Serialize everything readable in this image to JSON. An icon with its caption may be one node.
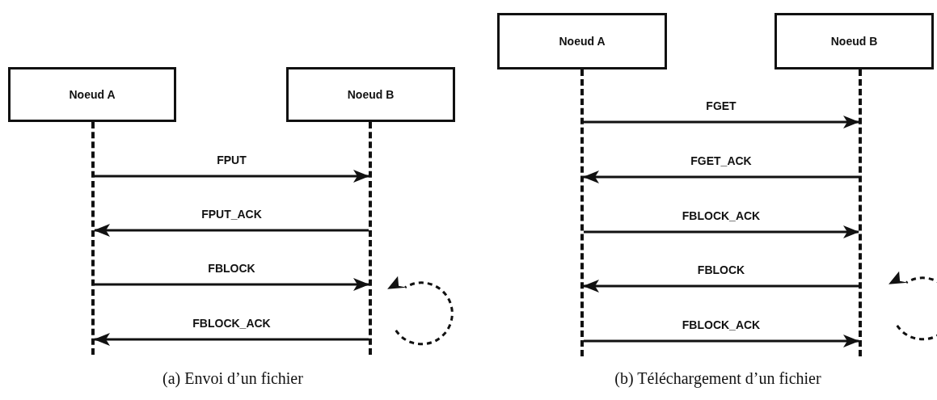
{
  "diagram": {
    "nodes": [
      {
        "text": [
          "Noeud A"
        ]
      },
      {
        "text": [
          "Noeud B"
        ]
      },
      {
        "text": [],
        "shape": "line"
      },
      {
        "text": [],
        "shape": "line"
      },
      {
        "text": [
          "Noeud A"
        ]
      },
      {
        "text": [
          "Noeud B"
        ]
      },
      {
        "text": [],
        "shape": "line"
      },
      {
        "text": [],
        "shape": "line"
      }
    ],
    "edges": [
      {
        "from": 2,
        "to": 3,
        "arrow": "to",
        "label": "FPUT"
      },
      {
        "from": 3,
        "to": 2,
        "arrow": "to",
        "label": "FPUT_ACK"
      },
      {
        "from": 2,
        "to": 3,
        "arrow": "to",
        "label": "FBLOCK"
      },
      {
        "from": 3,
        "to": 2,
        "arrow": "to",
        "label": "FBLOCK_ACK"
      },
      {
        "from": 6,
        "to": 7,
        "arrow": "to",
        "label": "FGET"
      },
      {
        "from": 7,
        "to": 6,
        "arrow": "to",
        "label": "FGET_ACK"
      },
      {
        "from": 6,
        "to": 7,
        "arrow": "to",
        "label": "FBLOCK_ACK"
      },
      {
        "from": 7,
        "to": 6,
        "arrow": "to",
        "label": "FBLOCK"
      },
      {
        "from": 6,
        "to": 7,
        "arrow": "to",
        "label": "FBLOCK_ACK"
      }
    ],
    "labels": [
      "(a) Envoi d’un fichier",
      "(b) Téléchargement d’un fichier"
    ]
  }
}
